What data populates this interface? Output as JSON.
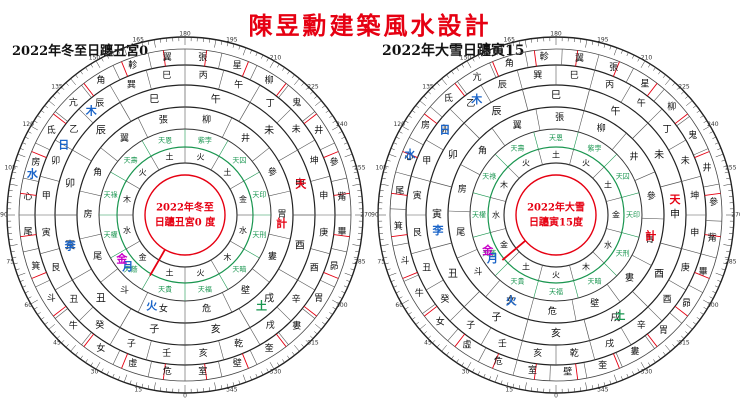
{
  "page": {
    "title": "陳昱勳建築風水設計"
  },
  "charts": [
    {
      "subtitle": "2022年冬至日躔丑宮0",
      "center_lines": [
        "2022年冬至",
        "日躔丑宮0 度"
      ],
      "needle_angle_deg": 210,
      "ring_rotation_deg": 0,
      "degree_labels": [
        "180",
        "195",
        "210",
        "225",
        "240",
        "255",
        "270",
        "285",
        "300",
        "315",
        "330",
        "345",
        "0",
        "15",
        "30",
        "45",
        "60",
        "75",
        "90",
        "105",
        "120",
        "135",
        "150",
        "165"
      ],
      "outer_ring": [
        "張",
        "星",
        "柳",
        "鬼",
        "井",
        "參",
        "觜",
        "畢",
        "昴",
        "胃",
        "婁",
        "奎",
        "壁",
        "室",
        "危",
        "虛",
        "女",
        "牛",
        "斗",
        "箕",
        "尾",
        "心",
        "房",
        "氐",
        "亢",
        "角",
        "軫",
        "翼"
      ],
      "mountain_ring": [
        "丙",
        "午",
        "丁",
        "未",
        "坤",
        "申",
        "庚",
        "酉",
        "辛",
        "戌",
        "乾",
        "亥",
        "壬",
        "子",
        "癸",
        "丑",
        "艮",
        "寅",
        "甲",
        "卯",
        "乙",
        "辰",
        "巽",
        "巳"
      ],
      "palace_ring": [
        "午",
        "未",
        "申",
        "酉",
        "戌",
        "亥",
        "子",
        "丑",
        "寅",
        "卯",
        "辰",
        "巳"
      ],
      "middle_ring": [
        "柳",
        "井",
        "參",
        "胃",
        "婁",
        "壁",
        "危",
        "女",
        "斗",
        "尾",
        "房",
        "角",
        "翼",
        "張"
      ],
      "inner_ring": [
        "火",
        "土",
        "金",
        "水",
        "木",
        "火",
        "土",
        "金",
        "水",
        "木",
        "火",
        "土"
      ],
      "green_ring": [
        "紫孛",
        "天囚",
        "天印",
        "天刑",
        "天暗",
        "天福",
        "天貴",
        "天蔭",
        "天權",
        "天祿",
        "天壽",
        "天恩"
      ],
      "planets": [
        {
          "label": "天",
          "color": "#e60012"
        },
        {
          "label": "計",
          "color": "#e60012"
        },
        {
          "label": "日",
          "color": "#1a64c8"
        },
        {
          "label": "月",
          "color": "#1a64c8"
        },
        {
          "label": "水",
          "color": "#1a64c8"
        },
        {
          "label": "李",
          "color": "#1a64c8"
        },
        {
          "label": "火",
          "color": "#1a64c8"
        },
        {
          "label": "木",
          "color": "#1a64c8"
        },
        {
          "label": "土",
          "color": "#1a9650"
        },
        {
          "label": "金",
          "color": "#c800c8"
        }
      ]
    },
    {
      "subtitle": "2022年大雪日躔寅15",
      "center_lines": [
        "2022年大雪",
        "日躔寅15度"
      ],
      "needle_angle_deg": 230,
      "ring_rotation_deg": 15,
      "degree_labels": [
        "180",
        "195",
        "210",
        "225",
        "240",
        "255",
        "270",
        "285",
        "300",
        "315",
        "330",
        "345",
        "0",
        "15",
        "30",
        "45",
        "60",
        "75",
        "90",
        "105",
        "120",
        "135",
        "150",
        "165"
      ],
      "outer_ring": [
        "張",
        "星",
        "柳",
        "鬼",
        "井",
        "參",
        "觜",
        "畢",
        "昴",
        "胃",
        "婁",
        "奎",
        "壁",
        "室",
        "危",
        "虛",
        "女",
        "牛",
        "斗",
        "箕",
        "尾",
        "心",
        "房",
        "氐",
        "亢",
        "角",
        "軫",
        "翼"
      ],
      "mountain_ring": [
        "丙",
        "午",
        "丁",
        "未",
        "坤",
        "申",
        "庚",
        "酉",
        "辛",
        "戌",
        "乾",
        "亥",
        "壬",
        "子",
        "癸",
        "丑",
        "艮",
        "寅",
        "甲",
        "卯",
        "乙",
        "辰",
        "巽",
        "巳"
      ],
      "palace_ring": [
        "午",
        "未",
        "申",
        "酉",
        "戌",
        "亥",
        "子",
        "丑",
        "寅",
        "卯",
        "辰",
        "巳"
      ],
      "middle_ring": [
        "柳",
        "井",
        "參",
        "胃",
        "婁",
        "壁",
        "危",
        "女",
        "斗",
        "尾",
        "房",
        "角",
        "翼",
        "張"
      ],
      "inner_ring": [
        "火",
        "土",
        "金",
        "水",
        "木",
        "火",
        "土",
        "金",
        "水",
        "木",
        "火",
        "土"
      ],
      "green_ring": [
        "紫孛",
        "天囚",
        "天印",
        "天刑",
        "天暗",
        "天福",
        "天貴",
        "天蔭",
        "天權",
        "天祿",
        "天壽",
        "天恩"
      ],
      "planets": [
        {
          "label": "天",
          "color": "#e60012"
        },
        {
          "label": "計",
          "color": "#e60012"
        },
        {
          "label": "日",
          "color": "#1a64c8"
        },
        {
          "label": "月",
          "color": "#1a64c8"
        },
        {
          "label": "水",
          "color": "#1a64c8"
        },
        {
          "label": "李",
          "color": "#1a64c8"
        },
        {
          "label": "火",
          "color": "#1a64c8"
        },
        {
          "label": "木",
          "color": "#1a64c8"
        },
        {
          "label": "土",
          "color": "#1a9650"
        },
        {
          "label": "金",
          "color": "#c800c8"
        }
      ]
    }
  ]
}
